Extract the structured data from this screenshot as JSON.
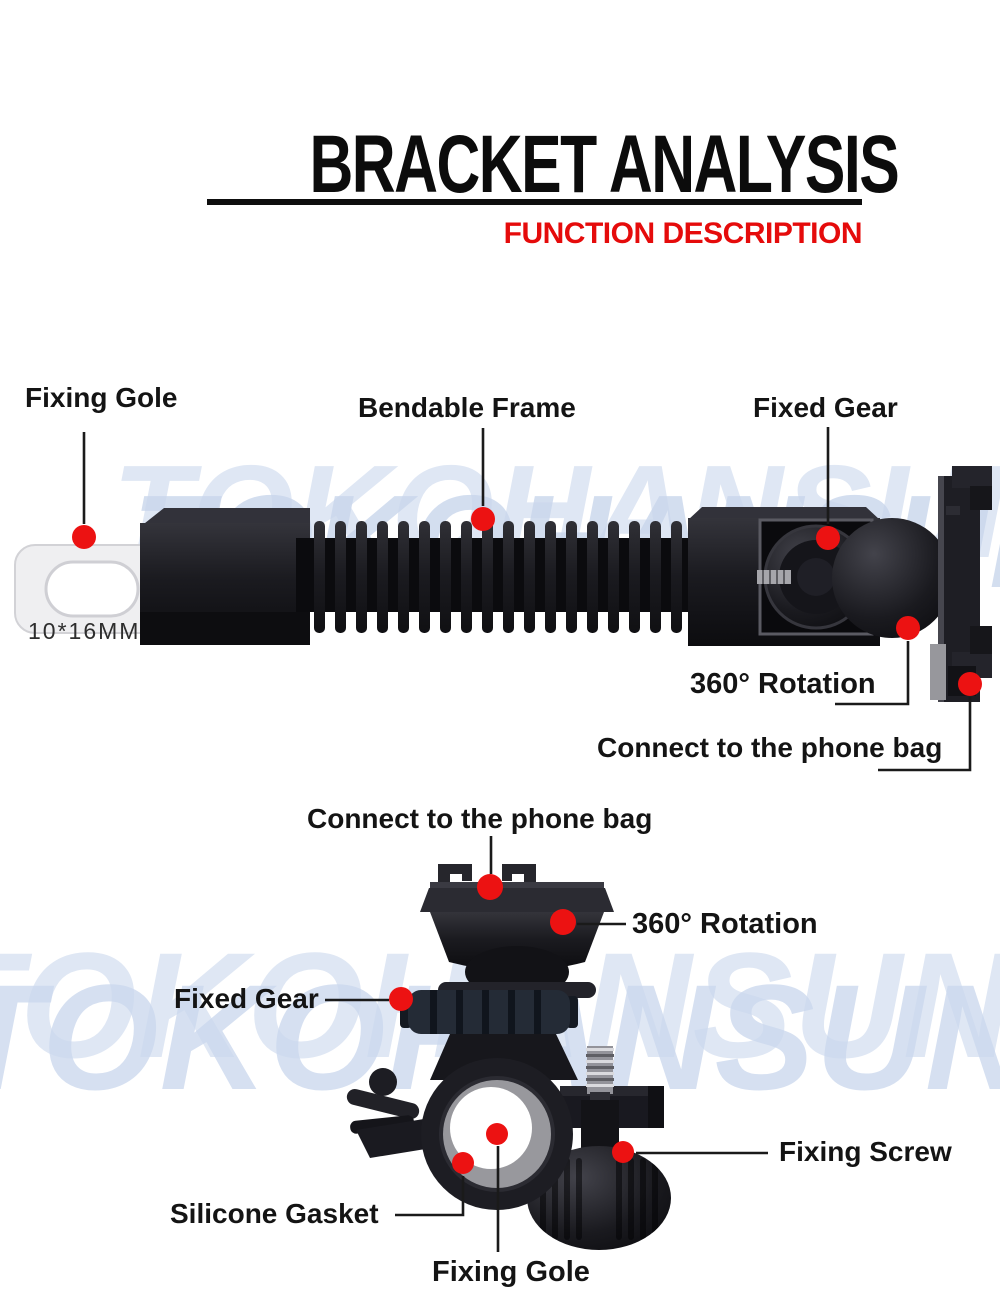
{
  "title": {
    "heading": "BRACKET ANALYSIS",
    "subheading": "FUNCTION DESCRIPTION"
  },
  "watermark": {
    "text": "TOKOHANSUN"
  },
  "colors": {
    "callout_dot_red": "#ec1212",
    "subtitle_red": "#e50b0b",
    "watermark_blue": "#d9e2f2",
    "label_black": "#141414"
  },
  "diagram_top": {
    "name": "flexible-arm-bracket",
    "size_label": "10*16MM",
    "callouts": {
      "fixing_gole": "Fixing Gole",
      "bendable_frame": "Bendable Frame",
      "fixed_gear": "Fixed Gear",
      "rotation": "360° Rotation",
      "connect_phone_bag": "Connect to the phone bag"
    }
  },
  "diagram_bottom": {
    "name": "handlebar-mount-bracket",
    "callouts": {
      "connect_phone_bag": "Connect to the phone bag",
      "rotation": "360° Rotation",
      "fixed_gear": "Fixed Gear",
      "silicone_gasket": "Silicone Gasket",
      "fixing_screw": "Fixing Screw",
      "fixing_gole": "Fixing Gole"
    }
  }
}
